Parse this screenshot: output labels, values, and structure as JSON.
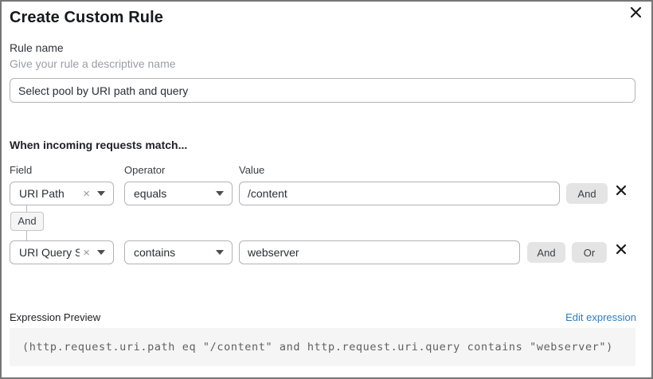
{
  "dialog": {
    "title": "Create Custom Rule"
  },
  "rule_name": {
    "label": "Rule name",
    "helper": "Give your rule a descriptive name",
    "value": "Select pool by URI path and query"
  },
  "match": {
    "heading": "When incoming requests match...",
    "columns": {
      "field": "Field",
      "operator": "Operator",
      "value": "Value"
    },
    "connector": "And",
    "rows": [
      {
        "field": "URI Path",
        "operator": "equals",
        "value": "/content",
        "and_label": "And"
      },
      {
        "field": "URI Query St...",
        "operator": "contains",
        "value": "webserver",
        "and_label": "And",
        "or_label": "Or"
      }
    ]
  },
  "expression": {
    "label": "Expression Preview",
    "edit_link": "Edit expression",
    "code": "(http.request.uri.path eq \"/content\" and http.request.uri.query contains \"webserver\")"
  },
  "icons": {
    "clear": "×"
  },
  "colors": {
    "link": "#2e7cbe",
    "button_bg": "#e4e4e4",
    "code_bg": "#f5f5f6",
    "input_border": "#b3b3b3"
  }
}
